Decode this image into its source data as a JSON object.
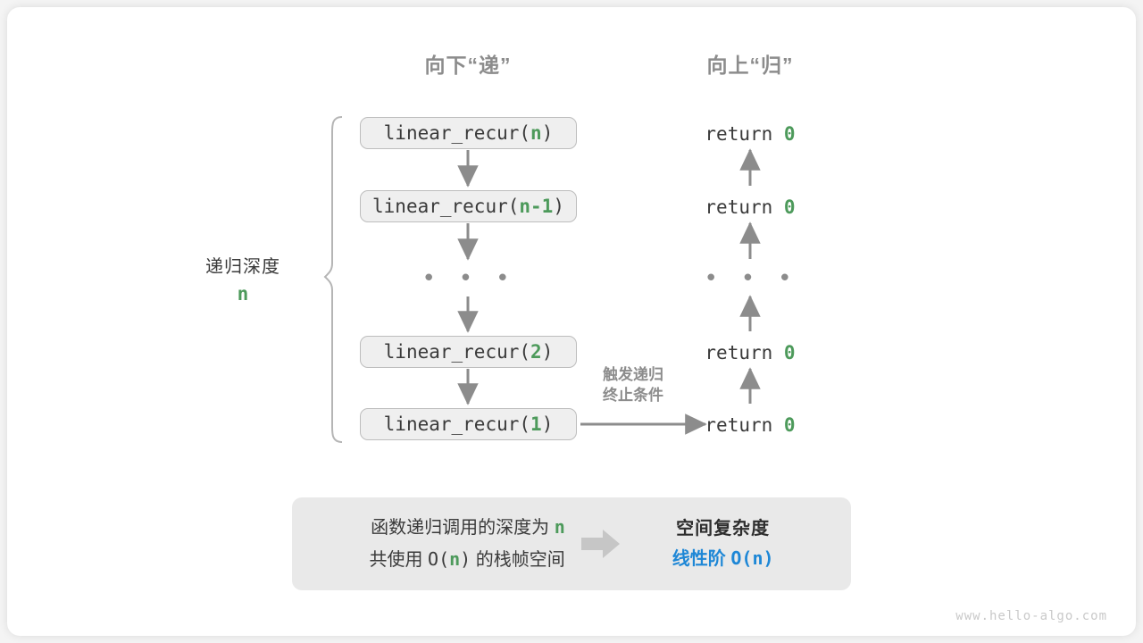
{
  "headers": {
    "down": "向下“递”",
    "up": "向上“归”"
  },
  "depth": {
    "label": "递归深度",
    "value": "n"
  },
  "call_stack": [
    {
      "prefix": "linear_recur(",
      "arg": "n",
      "suffix": ")"
    },
    {
      "prefix": "linear_recur(",
      "arg": "n-1",
      "suffix": ")"
    },
    {
      "prefix": "linear_recur(",
      "arg": "2",
      "suffix": ")"
    },
    {
      "prefix": "linear_recur(",
      "arg": "1",
      "suffix": ")"
    }
  ],
  "ellipsis": "• • •",
  "returns": [
    {
      "keyword": "return",
      "value": "0"
    },
    {
      "keyword": "return",
      "value": "0"
    },
    {
      "keyword": "return",
      "value": "0"
    },
    {
      "keyword": "return",
      "value": "0"
    }
  ],
  "trigger_note": {
    "line1": "触发递归",
    "line2": "终止条件"
  },
  "summary": {
    "left_line1_a": "函数递归调用的深度为",
    "left_line1_n": "n",
    "left_line2_a": "共使用",
    "left_line2_b": "O(",
    "left_line2_n": "n",
    "left_line2_c": ")",
    "left_line2_d": "的栈帧空间",
    "arrow_icon": "right-block-arrow-icon",
    "right_line1": "空间复杂度",
    "right_line2_a": "线性阶",
    "right_line2_b": "O(",
    "right_line2_n": "n",
    "right_line2_c": ")"
  },
  "watermark": "www.hello-algo.com",
  "colors": {
    "green": "#4d9a5b",
    "blue": "#1e87d6",
    "gray_text": "#8c8c8c",
    "dark_text": "#3a3a3a",
    "box_fill": "#efefef",
    "box_border": "#bdbdbd",
    "summary_fill": "#e9e9e9",
    "arrow": "#8c8c8c"
  }
}
